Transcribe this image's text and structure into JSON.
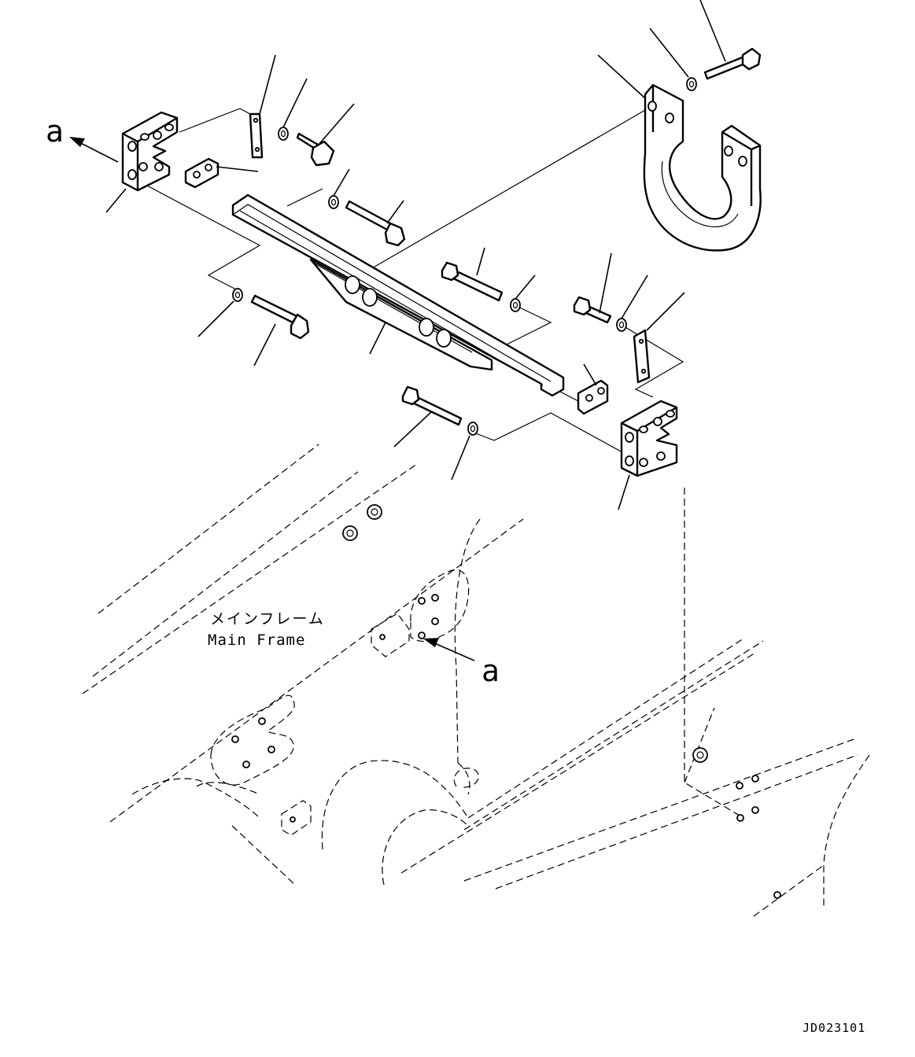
{
  "diagram": {
    "labels": {
      "view_arrow_top": "a",
      "view_arrow_frame": "a",
      "frame_name_jp": "メインフレーム",
      "frame_name_en": "Main Frame",
      "drawing_code": "JD023101"
    }
  }
}
